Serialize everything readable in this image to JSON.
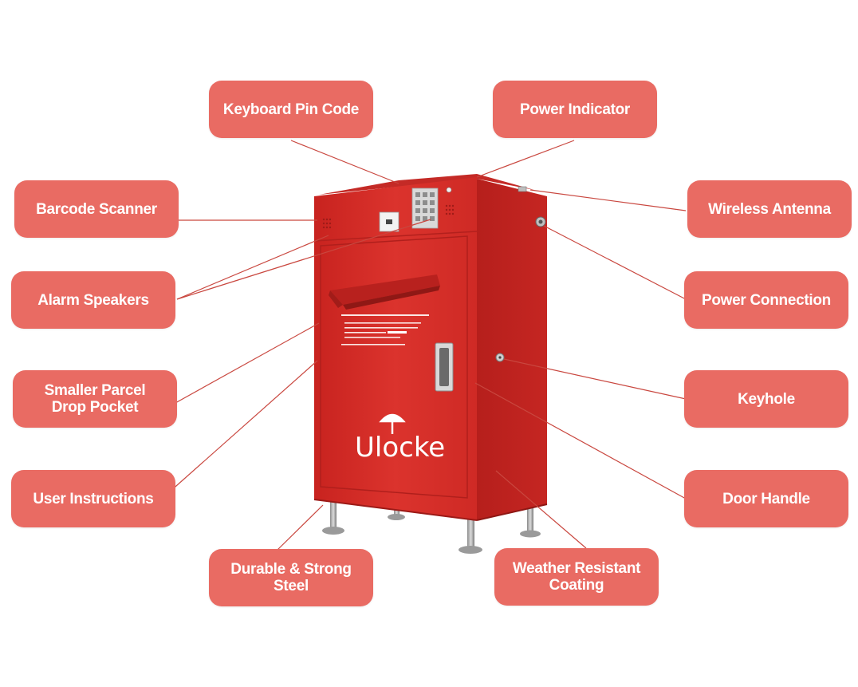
{
  "brand": {
    "name": "Ulocke",
    "color": "#d7302b",
    "callout_color": "#e96b63"
  },
  "callouts": {
    "keyboard_pin_code": "Keyboard Pin Code",
    "power_indicator": "Power Indicator",
    "barcode_scanner": "Barcode Scanner",
    "wireless_antenna": "Wireless Antenna",
    "alarm_speakers": "Alarm Speakers",
    "power_connection": "Power Connection",
    "smaller_parcel_drop_pocket": "Smaller Parcel\nDrop Pocket",
    "keyhole": "Keyhole",
    "user_instructions": "User Instructions",
    "door_handle": "Door Handle",
    "durable_strong_steel": "Durable & Strong\nSteel",
    "weather_resistant_coating": "Weather Resistant\nCoating"
  }
}
